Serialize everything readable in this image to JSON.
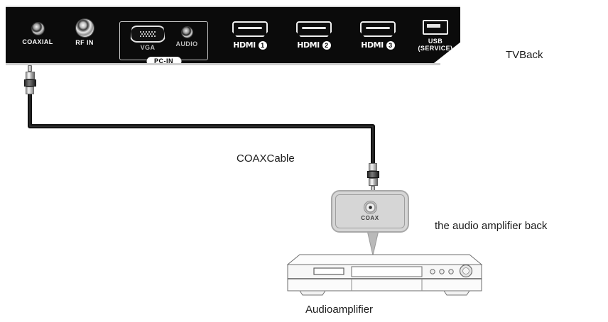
{
  "diagram": {
    "title": "COAX audio connection from TV back panel to audio amplifier",
    "labels": {
      "tv_back": "TVBack",
      "coax_cable": "COAXCable",
      "amplifier_back": "the audio amplifier back",
      "amplifier_name": "Audioamplifier"
    }
  },
  "tv_panel": {
    "background_color": "#0b0b0b",
    "ports": [
      {
        "id": "coaxial",
        "label": "COAXIAL",
        "icon": "coaxial-jack-icon"
      },
      {
        "id": "rf-in",
        "label": "RF IN",
        "icon": "rf-connector-icon"
      },
      {
        "id": "vga",
        "label": "VGA",
        "icon": "vga-dsub-icon"
      },
      {
        "id": "pc-audio",
        "label": "AUDIO",
        "icon": "audio-jack-icon"
      },
      {
        "id": "hdmi-1",
        "label": "HDMI",
        "number": "1",
        "icon": "hdmi-port-icon"
      },
      {
        "id": "hdmi-2",
        "label": "HDMI",
        "number": "2",
        "icon": "hdmi-port-icon"
      },
      {
        "id": "hdmi-3",
        "label": "HDMI",
        "number": "3",
        "icon": "hdmi-port-icon"
      },
      {
        "id": "usb",
        "label_line1": "USB",
        "label_line2": "(SERVICE)",
        "icon": "usb-port-icon"
      }
    ],
    "groups": [
      {
        "id": "pc-in",
        "badge": "PC-IN"
      }
    ]
  },
  "callout": {
    "jack_label": "COAX",
    "icon": "coax-jack-icon",
    "box_color": "#d6d6d6",
    "border_color": "#a8a8a8"
  },
  "cable": {
    "color": "#111111",
    "connector": "rca-plug",
    "from": "COAXIAL",
    "to": "COAX"
  },
  "colors": {
    "panel": "#0b0b0b",
    "panel_text": "#ffffff",
    "cable": "#111111",
    "callout": "#d6d6d6",
    "text": "#1b1b1b"
  }
}
